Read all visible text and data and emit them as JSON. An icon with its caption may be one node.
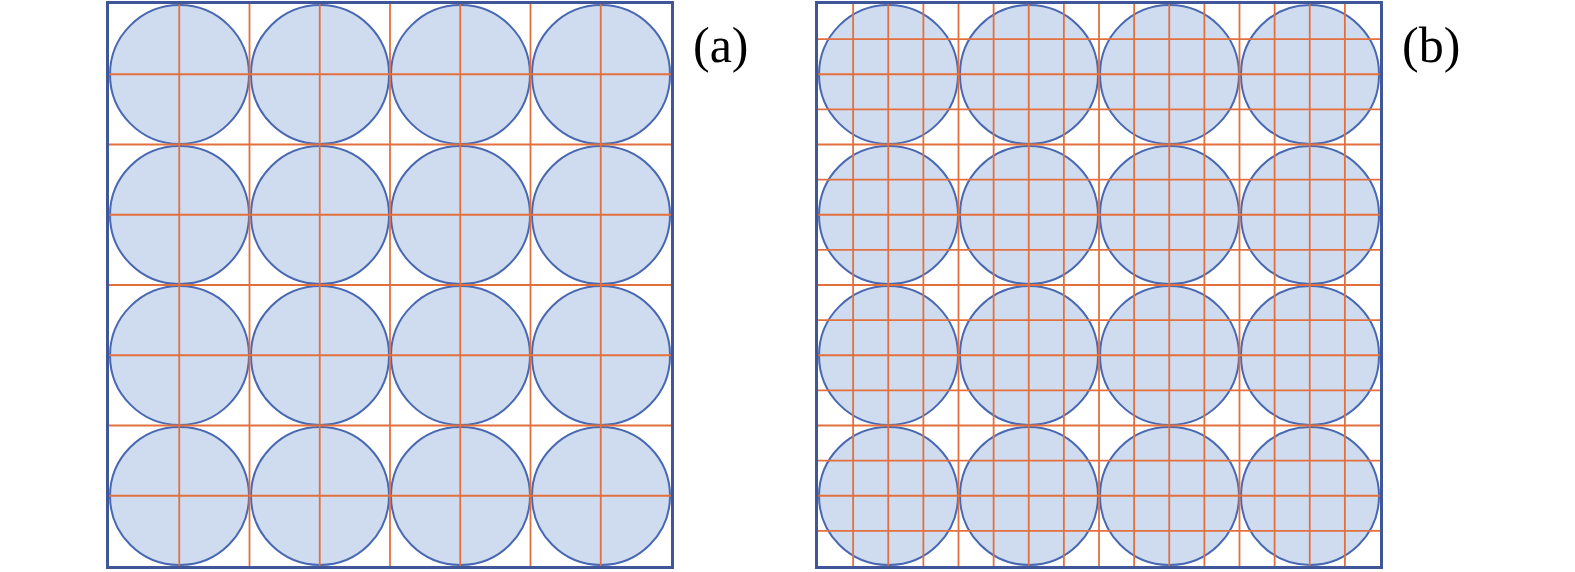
{
  "diagram": {
    "nodes": [
      {
        "text": [
          "(a)"
        ]
      },
      {
        "text": [],
        "shape": "circle",
        "in": 0
      },
      {
        "text": [],
        "shape": "circle",
        "in": 0
      },
      {
        "text": [],
        "shape": "circle",
        "in": 0
      },
      {
        "text": [],
        "shape": "circle",
        "in": 0
      },
      {
        "text": [],
        "shape": "circle",
        "in": 0
      },
      {
        "text": [],
        "shape": "circle",
        "in": 0
      },
      {
        "text": [],
        "shape": "circle",
        "in": 0
      },
      {
        "text": [],
        "shape": "circle",
        "in": 0
      },
      {
        "text": [],
        "shape": "circle",
        "in": 0
      },
      {
        "text": [],
        "shape": "circle",
        "in": 0
      },
      {
        "text": [],
        "shape": "circle",
        "in": 0
      },
      {
        "text": [],
        "shape": "circle",
        "in": 0
      },
      {
        "text": [],
        "shape": "circle",
        "in": 0
      },
      {
        "text": [],
        "shape": "circle",
        "in": 0
      },
      {
        "text": [],
        "shape": "circle",
        "in": 0
      },
      {
        "text": [],
        "shape": "circle",
        "in": 0
      },
      {
        "text": [
          "(b)"
        ]
      },
      {
        "text": [],
        "shape": "circle",
        "in": 17
      },
      {
        "text": [],
        "shape": "circle",
        "in": 17
      },
      {
        "text": [],
        "shape": "circle",
        "in": 17
      },
      {
        "text": [],
        "shape": "circle",
        "in": 17
      },
      {
        "text": [],
        "shape": "circle",
        "in": 17
      },
      {
        "text": [],
        "shape": "circle",
        "in": 17
      },
      {
        "text": [],
        "shape": "circle",
        "in": 17
      },
      {
        "text": [],
        "shape": "circle",
        "in": 17
      },
      {
        "text": [],
        "shape": "circle",
        "in": 17
      },
      {
        "text": [],
        "shape": "circle",
        "in": 17
      },
      {
        "text": [],
        "shape": "circle",
        "in": 17
      },
      {
        "text": [],
        "shape": "circle",
        "in": 17
      },
      {
        "text": [],
        "shape": "circle",
        "in": 17
      },
      {
        "text": [],
        "shape": "circle",
        "in": 17
      },
      {
        "text": [],
        "shape": "circle",
        "in": 17
      },
      {
        "text": [],
        "shape": "circle",
        "in": 17
      }
    ]
  }
}
